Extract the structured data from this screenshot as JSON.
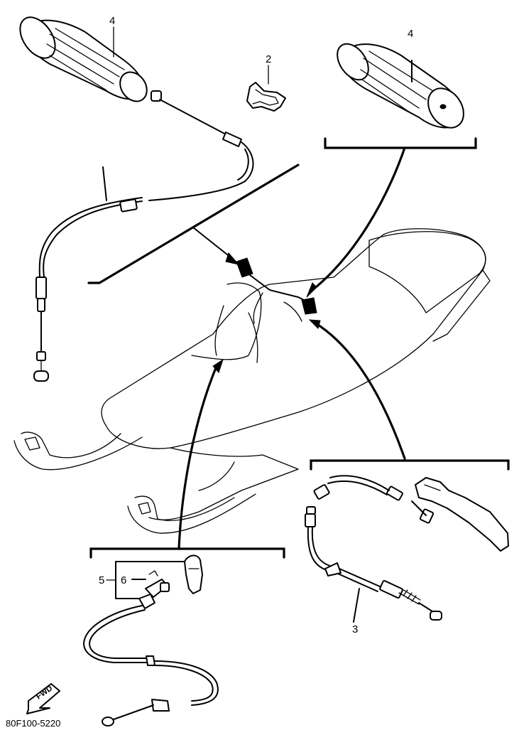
{
  "callouts": {
    "grip_left": "4",
    "clip": "2",
    "grip_right": "4",
    "brake_cable": "3",
    "switch_assembly": "5",
    "switch_part": "6"
  },
  "drawing_code": "80F100-5220",
  "front_marker": "FWD"
}
